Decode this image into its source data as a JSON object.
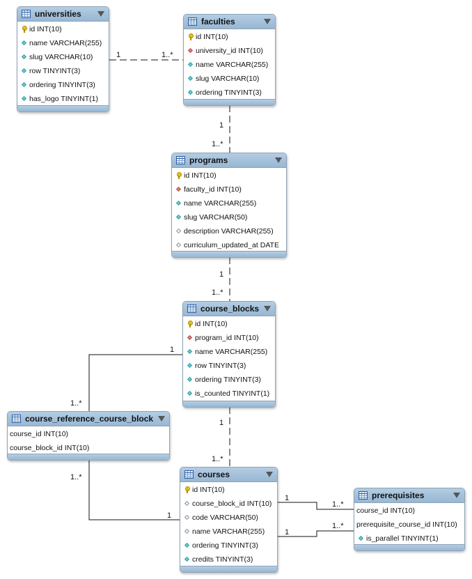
{
  "entities": {
    "universities": {
      "title": "universities",
      "columns": [
        {
          "label": "id INT(10)",
          "icon": "key"
        },
        {
          "label": "name VARCHAR(255)",
          "icon": "column"
        },
        {
          "label": "slug VARCHAR(10)",
          "icon": "column"
        },
        {
          "label": "row TINYINT(3)",
          "icon": "column"
        },
        {
          "label": "ordering TINYINT(3)",
          "icon": "column"
        },
        {
          "label": "has_logo TINYINT(1)",
          "icon": "column"
        }
      ]
    },
    "faculties": {
      "title": "faculties",
      "columns": [
        {
          "label": "id INT(10)",
          "icon": "key"
        },
        {
          "label": "university_id INT(10)",
          "icon": "foreign-key"
        },
        {
          "label": "name VARCHAR(255)",
          "icon": "column"
        },
        {
          "label": "slug VARCHAR(10)",
          "icon": "column"
        },
        {
          "label": "ordering TINYINT(3)",
          "icon": "column"
        }
      ]
    },
    "programs": {
      "title": "programs",
      "columns": [
        {
          "label": "id INT(10)",
          "icon": "key"
        },
        {
          "label": "faculty_id INT(10)",
          "icon": "foreign-key"
        },
        {
          "label": "name VARCHAR(255)",
          "icon": "column"
        },
        {
          "label": "slug VARCHAR(50)",
          "icon": "column"
        },
        {
          "label": "description VARCHAR(255)",
          "icon": "nullable"
        },
        {
          "label": "curriculum_updated_at DATE",
          "icon": "nullable"
        }
      ]
    },
    "course_blocks": {
      "title": "course_blocks",
      "columns": [
        {
          "label": "id INT(10)",
          "icon": "key"
        },
        {
          "label": "program_id INT(10)",
          "icon": "foreign-key"
        },
        {
          "label": "name VARCHAR(255)",
          "icon": "column"
        },
        {
          "label": "row TINYINT(3)",
          "icon": "column"
        },
        {
          "label": "ordering TINYINT(3)",
          "icon": "column"
        },
        {
          "label": "is_counted TINYINT(1)",
          "icon": "column"
        }
      ]
    },
    "course_reference_course_block": {
      "title": "course_reference_course_block",
      "columns": [
        {
          "label": "course_id INT(10)",
          "icon": "none"
        },
        {
          "label": "course_block_id INT(10)",
          "icon": "none"
        }
      ]
    },
    "courses": {
      "title": "courses",
      "columns": [
        {
          "label": "id INT(10)",
          "icon": "key"
        },
        {
          "label": "course_block_id INT(10)",
          "icon": "nullable"
        },
        {
          "label": "code VARCHAR(50)",
          "icon": "nullable"
        },
        {
          "label": "name VARCHAR(255)",
          "icon": "nullable"
        },
        {
          "label": "ordering TINYINT(3)",
          "icon": "column"
        },
        {
          "label": "credits TINYINT(3)",
          "icon": "column"
        }
      ]
    },
    "prerequisites": {
      "title": "prerequisites",
      "columns": [
        {
          "label": "course_id INT(10)",
          "icon": "none"
        },
        {
          "label": "prerequisite_course_id INT(10)",
          "icon": "none"
        },
        {
          "label": "is_parallel TINYINT(1)",
          "icon": "column"
        }
      ]
    }
  },
  "relationships": [
    {
      "from": "universities",
      "to": "faculties",
      "from_card": "1",
      "to_card": "1..*",
      "style": "dashed"
    },
    {
      "from": "faculties",
      "to": "programs",
      "from_card": "1",
      "to_card": "1..*",
      "style": "dashed"
    },
    {
      "from": "programs",
      "to": "course_blocks",
      "from_card": "1",
      "to_card": "1..*",
      "style": "dashed"
    },
    {
      "from": "course_blocks",
      "to": "course_reference_course_block",
      "from_card": "1",
      "to_card": "1..*",
      "style": "solid"
    },
    {
      "from": "course_blocks",
      "to": "courses",
      "from_card": "1",
      "to_card": "1..*",
      "style": "dashed"
    },
    {
      "from": "courses",
      "to": "course_reference_course_block",
      "from_card": "1",
      "to_card": "1..*",
      "style": "solid"
    },
    {
      "from": "courses",
      "to": "prerequisites",
      "from_card": "1",
      "to_card": "1..*",
      "style": "solid"
    },
    {
      "from": "courses",
      "to": "prerequisites",
      "from_card": "1",
      "to_card": "1..*",
      "style": "solid"
    }
  ]
}
